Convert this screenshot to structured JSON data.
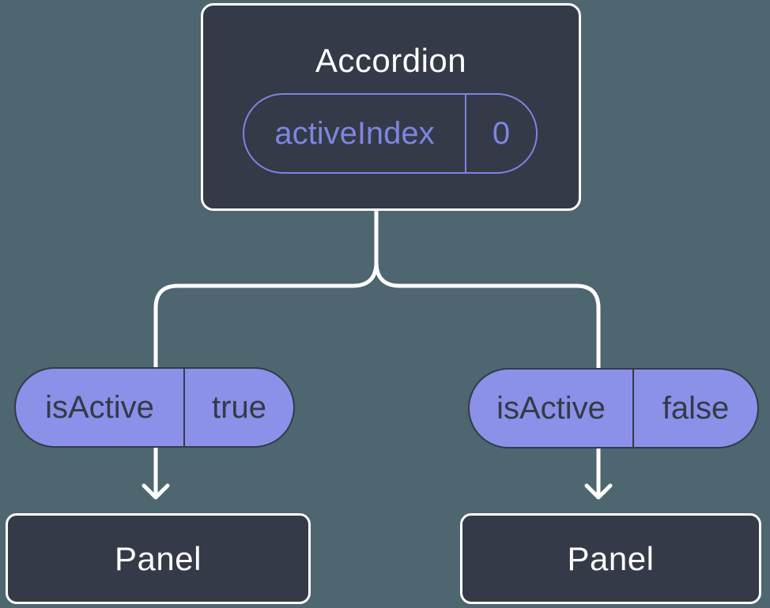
{
  "colors": {
    "background": "#4d6670",
    "box-fill": "#343a47",
    "box-border": "#ffffff",
    "purple-fill": "#8b90e8",
    "purple-outline": "#7e85e0",
    "dark-text": "#343a47",
    "light-text": "#ffffff",
    "connector": "#ffffff"
  },
  "root_component": {
    "title": "Accordion",
    "state": {
      "name": "activeIndex",
      "value": "0"
    }
  },
  "children": [
    {
      "prop_name": "isActive",
      "prop_value": "true",
      "title": "Panel"
    },
    {
      "prop_name": "isActive",
      "prop_value": "false",
      "title": "Panel"
    }
  ]
}
